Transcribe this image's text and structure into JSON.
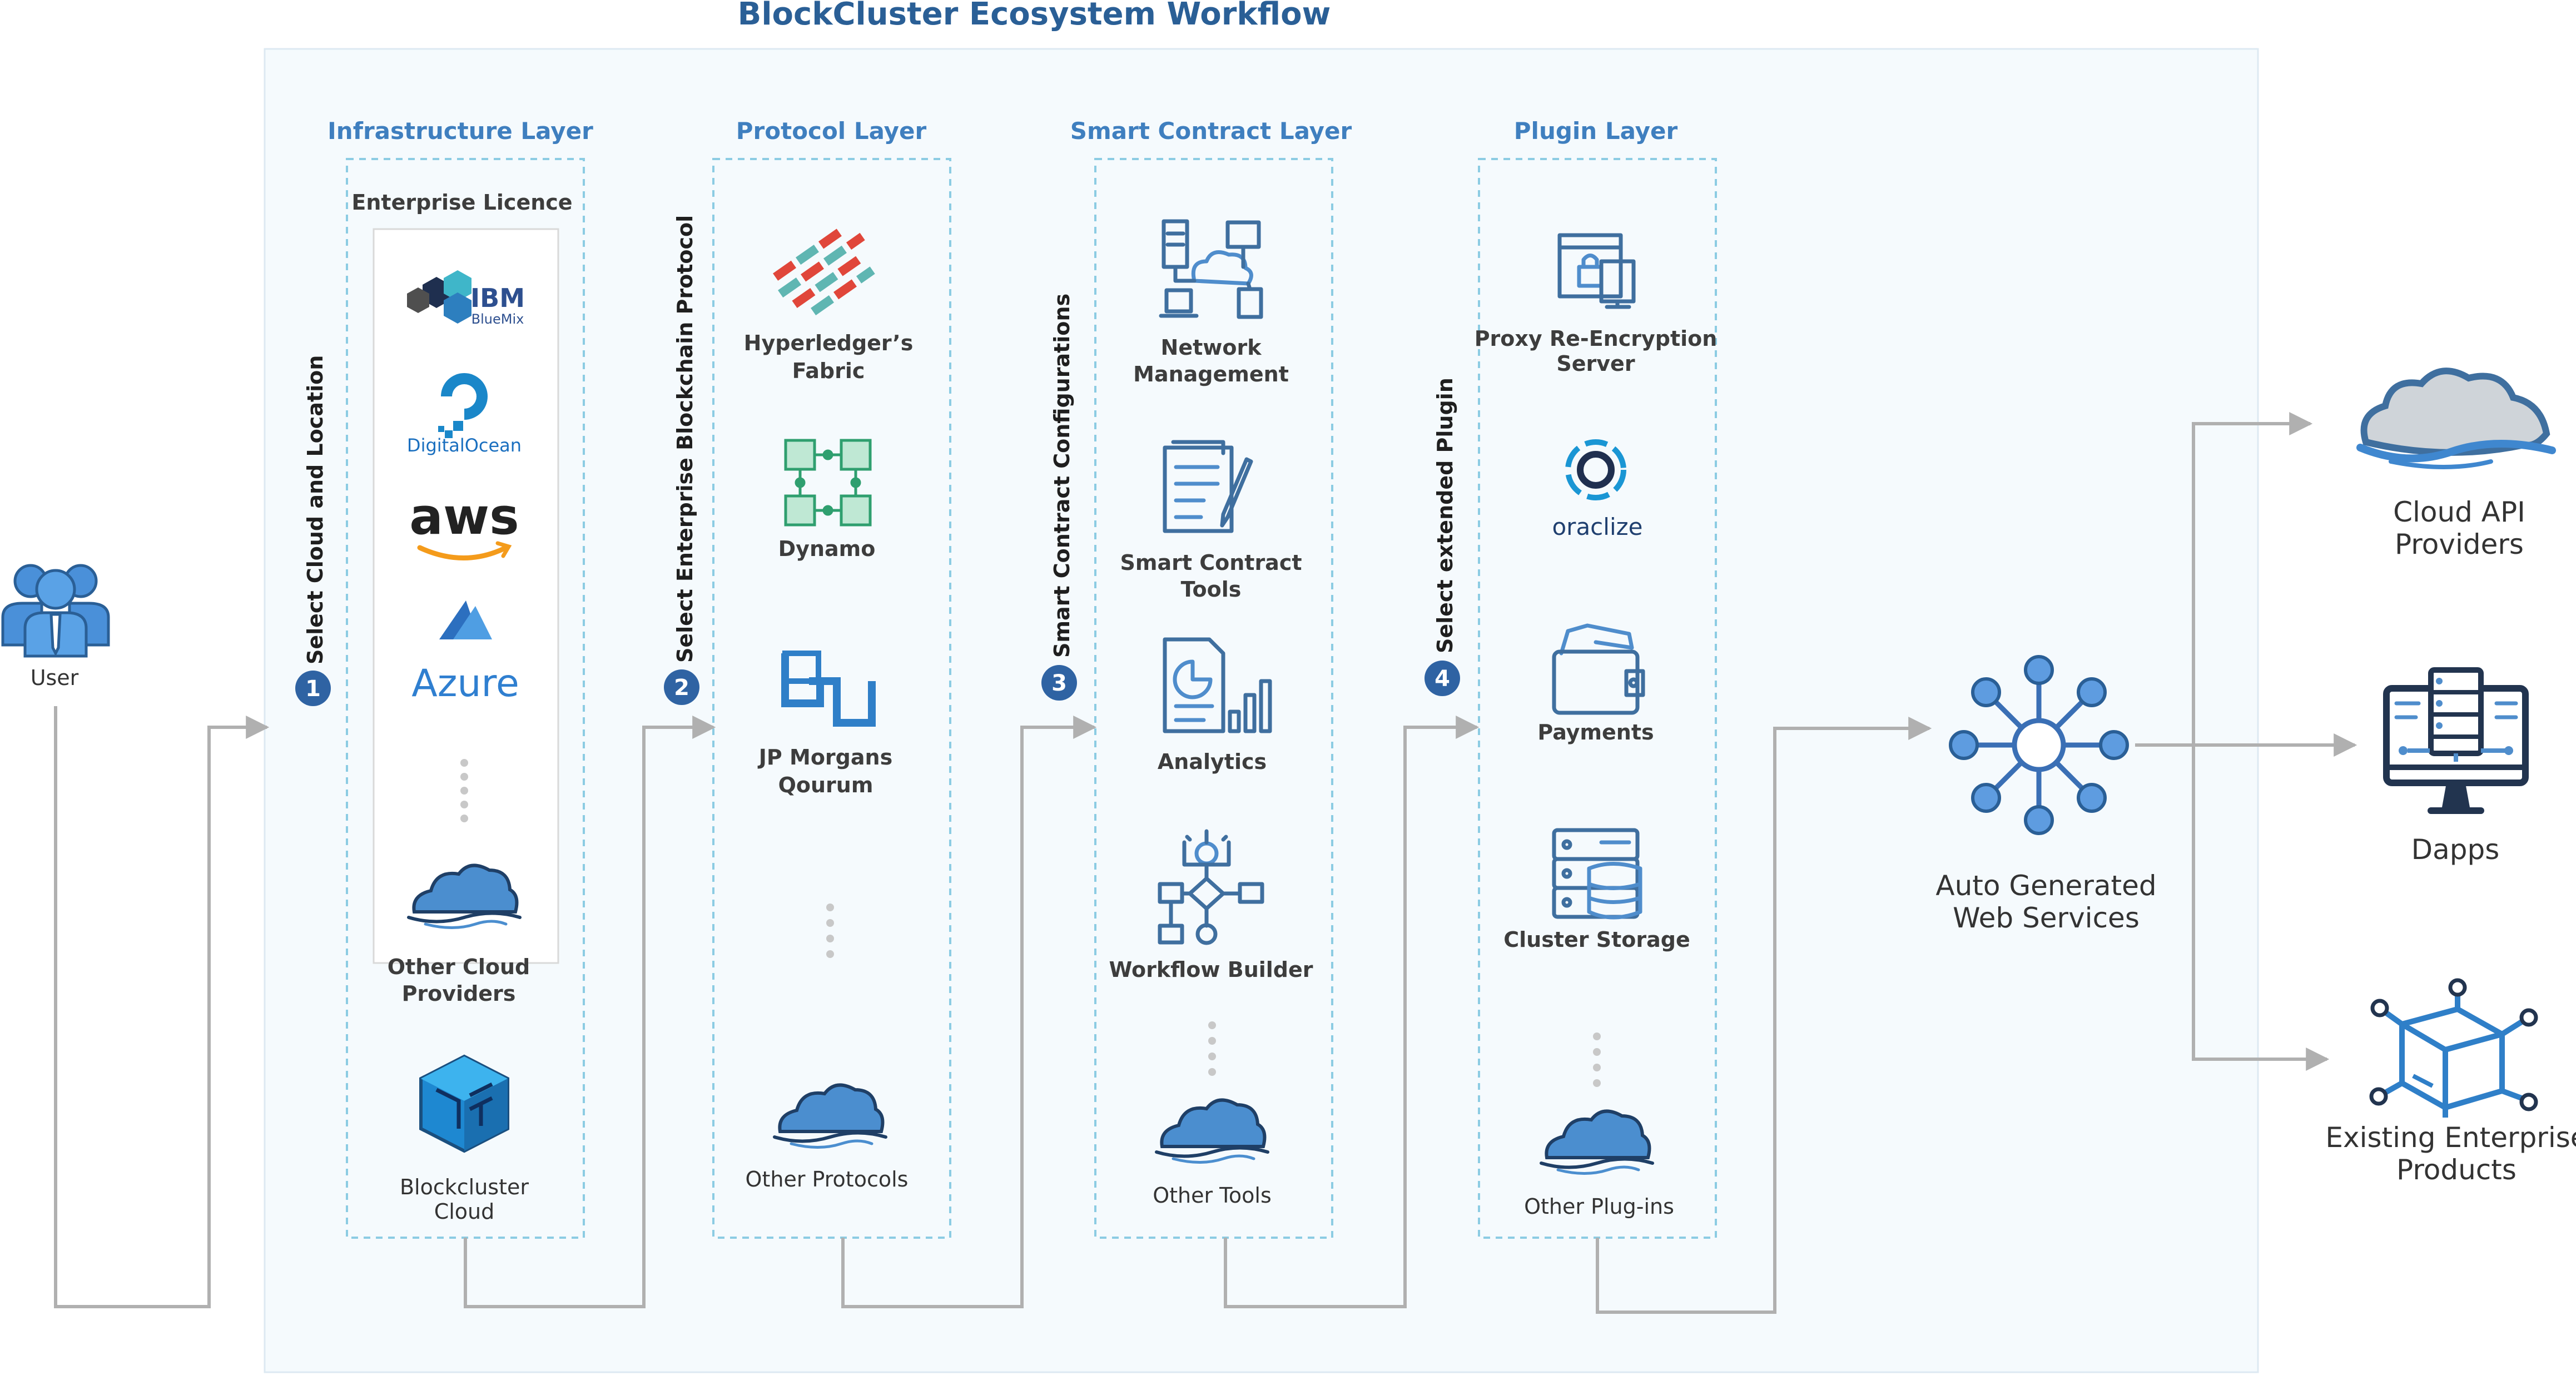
{
  "title": "BlockCluster Ecosystem Workflow",
  "user": {
    "label": "User"
  },
  "layers": [
    {
      "title": "Infrastructure Layer",
      "subtitle": "Enterprise Licence"
    },
    {
      "title": "Protocol Layer"
    },
    {
      "title": "Smart Contract Layer"
    },
    {
      "title": "Plugin  Layer"
    }
  ],
  "steps": [
    {
      "num": "1",
      "label": "Select Cloud and Location"
    },
    {
      "num": "2",
      "label": "Select Enterprise Blockchain Protocol"
    },
    {
      "num": "3",
      "label": "Smart Contract Configurations"
    },
    {
      "num": "4",
      "label": "Select extended Plugin"
    }
  ],
  "infrastructure": {
    "ibm_line1": "IBM",
    "ibm_line2": "BlueMix",
    "digitalocean": "DigitalOcean",
    "aws": "aws",
    "azure": "Azure",
    "other_line1": "Other Cloud",
    "other_line2": "Providers",
    "blockcluster_line1": "Blockcluster",
    "blockcluster_line2": "Cloud"
  },
  "protocol": {
    "hyperledger_line1": "Hyperledger’s",
    "hyperledger_line2": "Fabric",
    "dynamo": "Dynamo",
    "quorum_line1": "JP Morgans",
    "quorum_line2": "Qourum",
    "other": "Other Protocols"
  },
  "smart_contract": {
    "network_line1": "Network",
    "network_line2": "Management",
    "tools_line1": "Smart Contract",
    "tools_line2": "Tools",
    "analytics": "Analytics",
    "workflow": "Workflow Builder",
    "other": "Other Tools"
  },
  "plugin": {
    "proxy_line1": "Proxy Re-Encryption",
    "proxy_line2": "Server",
    "oraclize": "oraclize",
    "payments": "Payments",
    "storage": "Cluster Storage",
    "other": "Other Plug-ins"
  },
  "outputs": {
    "web_services_line1": "Auto Generated",
    "web_services_line2": "Web Services",
    "cloud_api_line1": "Cloud API",
    "cloud_api_line2": "Providers",
    "dapps": "Dapps",
    "enterprise_line1": "Existing Enterprise",
    "enterprise_line2": "Products"
  },
  "colors": {
    "title": "#2a5f96",
    "layer_title": "#3f7fbf",
    "box_border": "#8ccce3",
    "panel_bg": "#f5fafd",
    "flow_line": "#b0b0b0",
    "step_badge": "#2f63a3",
    "icon_dark": "#3f6f9f",
    "icon_light": "#4f8dcc"
  }
}
